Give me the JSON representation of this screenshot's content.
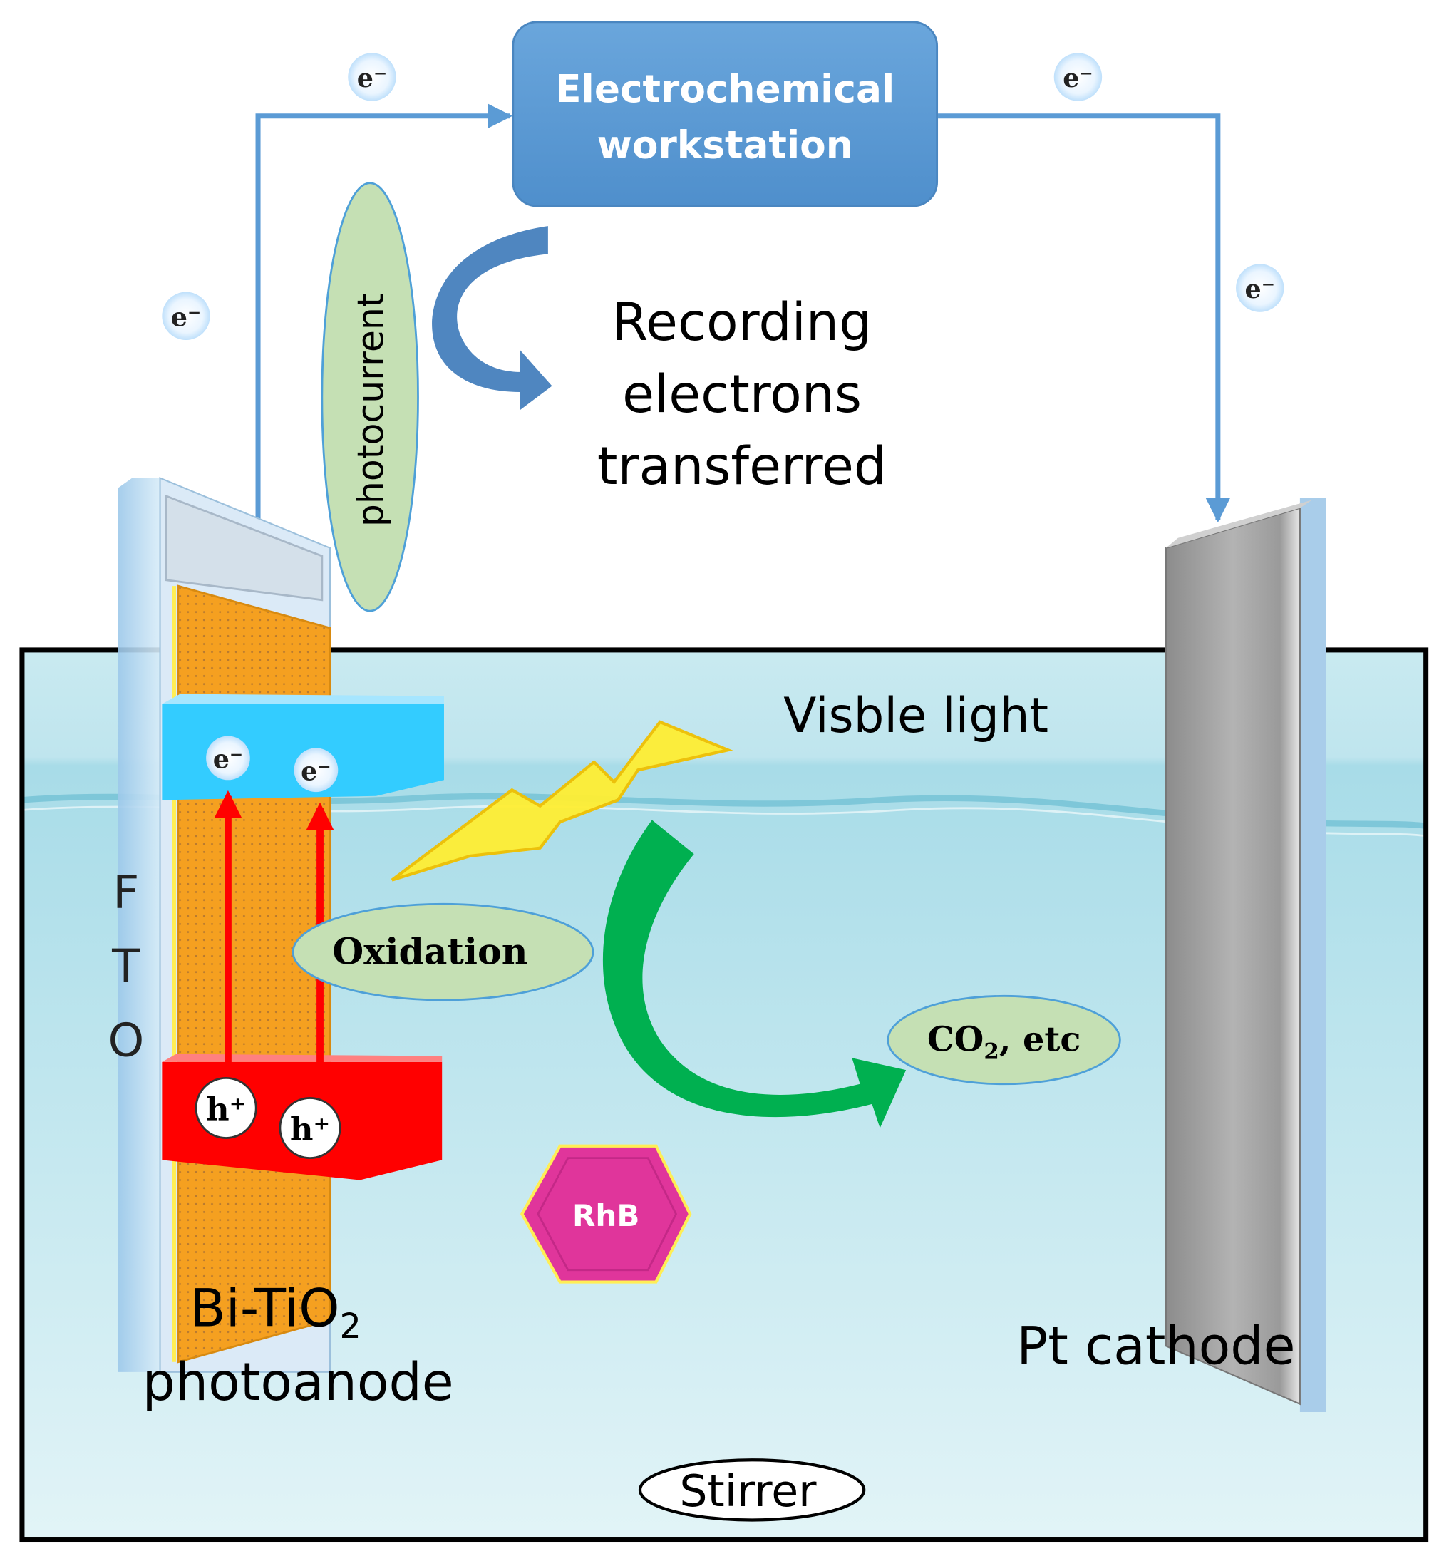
{
  "workstation": {
    "line1": "Electrochemical",
    "line2": "workstation"
  },
  "electron_label": "e⁻",
  "hole_label": "h⁺",
  "photocurrent_label": "photocurrent",
  "recording": {
    "line1": "Recording",
    "line2": "electrons",
    "line3": "transferred"
  },
  "visible_light_label": "Visble light",
  "oxidation_label": "Oxidation",
  "product_label": {
    "main": "CO",
    "sub": "2",
    "rest": ", etc"
  },
  "rhb_label": "RhB",
  "fto_letters": [
    "F",
    "T",
    "O"
  ],
  "anode_label": {
    "line1_main": "Bi-TiO",
    "line1_sub": "2",
    "line2": "photoanode"
  },
  "cathode_label": "Pt cathode",
  "stirrer_label": "Stirrer",
  "colors": {
    "wire": "#5b9bd5",
    "workstation_fill": "#5b9bd5",
    "water_top": "#bfe6ee",
    "water_bottom": "#d8f0f4",
    "conduction_band": "#33ccff",
    "valence_band": "#ff0000",
    "catalyst_layer": "#f5a020",
    "green_arrow": "#00b050",
    "ellipse_fill": "#c5e0b4",
    "rhb_fill": "#e0359b",
    "lightning": "#ffee33",
    "cathode": "#a8a8a8"
  }
}
